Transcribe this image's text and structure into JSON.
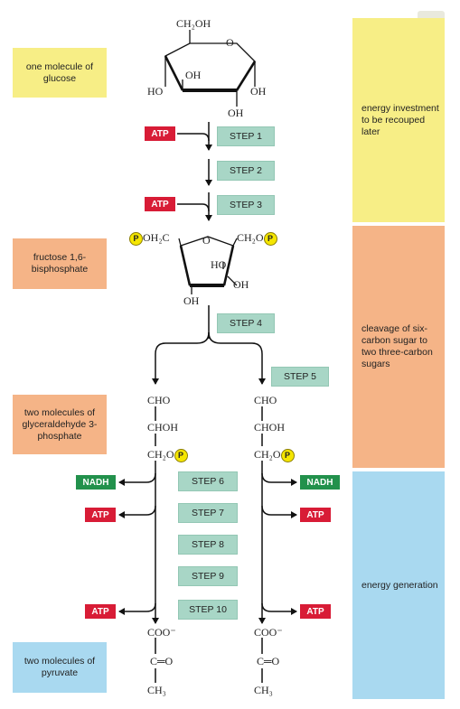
{
  "labels": {
    "glucose": "one molecule of glucose",
    "fructose": "fructose 1,6-bisphosphate",
    "g3p": "two molecules of glyceraldehyde 3-phosphate",
    "pyruvate": "two molecules of pyruvate"
  },
  "phases": {
    "investment": "energy investment to be recouped later",
    "cleavage": "cleavage of six-carbon sugar to two three-carbon sugars",
    "generation": "energy generation"
  },
  "steps": [
    "STEP 1",
    "STEP 2",
    "STEP 3",
    "STEP 4",
    "STEP 5",
    "STEP 6",
    "STEP 7",
    "STEP 8",
    "STEP 9",
    "STEP 10"
  ],
  "molecules": {
    "atp": "ATP",
    "nadh": "NADH",
    "p": "P",
    "oh": "OH",
    "ho": "HO",
    "o": "O",
    "ch2oh": "CH₂OH",
    "cho": "CHO",
    "choh": "CHOH",
    "ch2o": "CH₂O",
    "och2c": "OH₂C",
    "ch2o_r": "CH₂O",
    "coo": "COO⁻",
    "co": "C═O",
    "ch3": "CH₃"
  },
  "colors": {
    "yellow": "#f7ee86",
    "orange": "#f5b487",
    "blue": "#a9d9f0",
    "step": "#a8d6c6",
    "atp": "#d81c36",
    "nadh": "#22914c",
    "phosphate": "#f5e600"
  },
  "icons": {
    "expand": "expand-icon"
  }
}
